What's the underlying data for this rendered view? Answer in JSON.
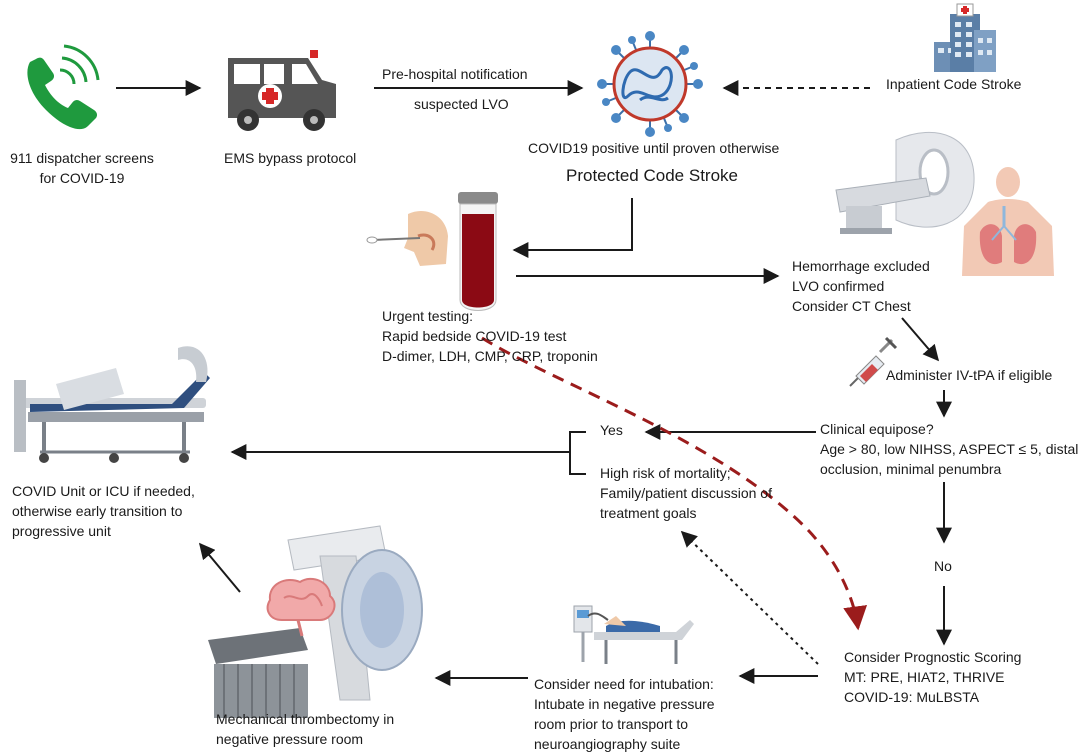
{
  "dispatcher": {
    "lines": [
      "911 dispatcher  screens",
      "for COVID-19"
    ]
  },
  "ems": {
    "label": "EMS bypass protocol"
  },
  "notification": {
    "line1": "Pre-hospital notification",
    "line2": "suspected LVO"
  },
  "inpatient": {
    "label": "Inpatient Code Stroke"
  },
  "covid": {
    "line1": "COVID19 positive until proven otherwise",
    "line2": "Protected Code Stroke"
  },
  "ct": {
    "lines": [
      "Hemorrhage excluded",
      "LVO confirmed",
      "Consider CT Chest"
    ]
  },
  "testing": {
    "lines": [
      "Urgent testing:",
      "Rapid bedside COVID-19 test",
      "D-dimer, LDH, CMP, CRP, troponin"
    ]
  },
  "tpa": {
    "label": "Administer IV-tPA if eligible"
  },
  "equipose": {
    "lines": [
      "Clinical equipose?",
      "Age > 80, low NIHSS, ASPECT ≤ 5, distal",
      "occlusion, minimal penumbra"
    ]
  },
  "yes": {
    "label": "Yes"
  },
  "highrisk": {
    "lines": [
      "High risk of mortality;",
      "Family/patient discussion of",
      "treatment goals"
    ]
  },
  "covid_unit": {
    "lines": [
      "COVID Unit or ICU if needed,",
      "otherwise early transition to",
      "progressive unit"
    ]
  },
  "no": {
    "label": "No"
  },
  "prognostic": {
    "lines": [
      "Consider Prognostic Scoring",
      "MT:  PRE, HIAT2, THRIVE",
      "COVID-19:  MuLBSTA"
    ]
  },
  "intubation": {
    "lines": [
      "Consider need for intubation:",
      "Intubate in negative pressure",
      "room prior to transport to",
      "neuroangiography suite"
    ]
  },
  "thrombectomy": {
    "lines": [
      "Mechanical thrombectomy in",
      "negative pressure room"
    ]
  },
  "colors": {
    "phone": "#1f9a3e",
    "arrow": "#1a1a1a",
    "red_dash": "#9b1c1c",
    "virus_blue": "#4a87c4",
    "blood": "#8b0a14"
  },
  "icons": [
    "phone-icon",
    "ambulance-icon",
    "virus-icon",
    "hospital-icon",
    "swab-icon",
    "blood-tube-icon",
    "ct-scanner-icon",
    "lungs-icon",
    "syringe-icon",
    "hospital-bed-icon",
    "ventilator-bed-icon",
    "angiography-icon",
    "brain-icon"
  ]
}
